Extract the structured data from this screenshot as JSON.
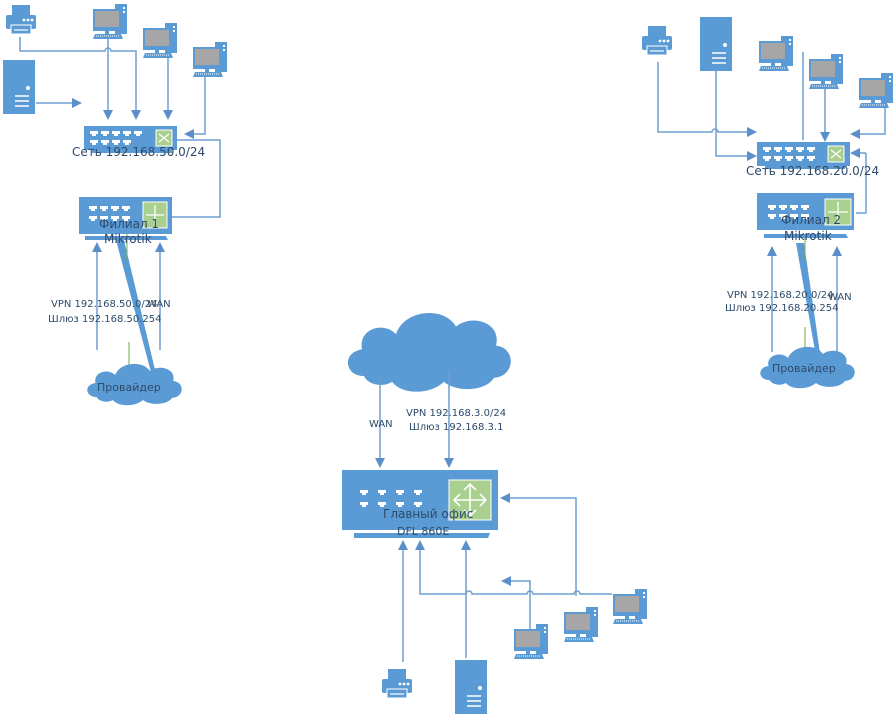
{
  "colors": {
    "device": "#5b9bd5",
    "line": "#6f9fd0",
    "screen": "#a6a6a6",
    "router_face": "#a9d08e",
    "text": "#2e4a6b",
    "green_line": "#70ad47"
  },
  "branch1": {
    "switch_label": "Сеть 192.168.50.0/24",
    "router_title": "Филиал 1",
    "router_model": "Mikrotik",
    "vpn_label": "VPN 192.168.50.0/24",
    "gateway_label": "Шлюз 192.168.50.254",
    "wan_label": "WAN",
    "provider_label": "Провайдер"
  },
  "branch2": {
    "switch_label": "Сеть 192.168.20.0/24",
    "router_title": "Филиал 2",
    "router_model": "Mikrotik",
    "vpn_label": "VPN 192.168.20.0/24",
    "gateway_label": "Шлюз 192.168.20.254",
    "wan_label": "WAN",
    "provider_label": "Провайдер"
  },
  "main_office": {
    "router_title": "Главный офис",
    "router_model": "DFL 860E",
    "wan_label": "WAN",
    "vpn_label": "VPN 192.168.3.0/24",
    "gateway_label": "Шлюз 192.168.3.1"
  },
  "icons": [
    "printer-icon",
    "server-icon",
    "computer-icon",
    "switch-icon",
    "router-icon",
    "cloud-icon"
  ]
}
